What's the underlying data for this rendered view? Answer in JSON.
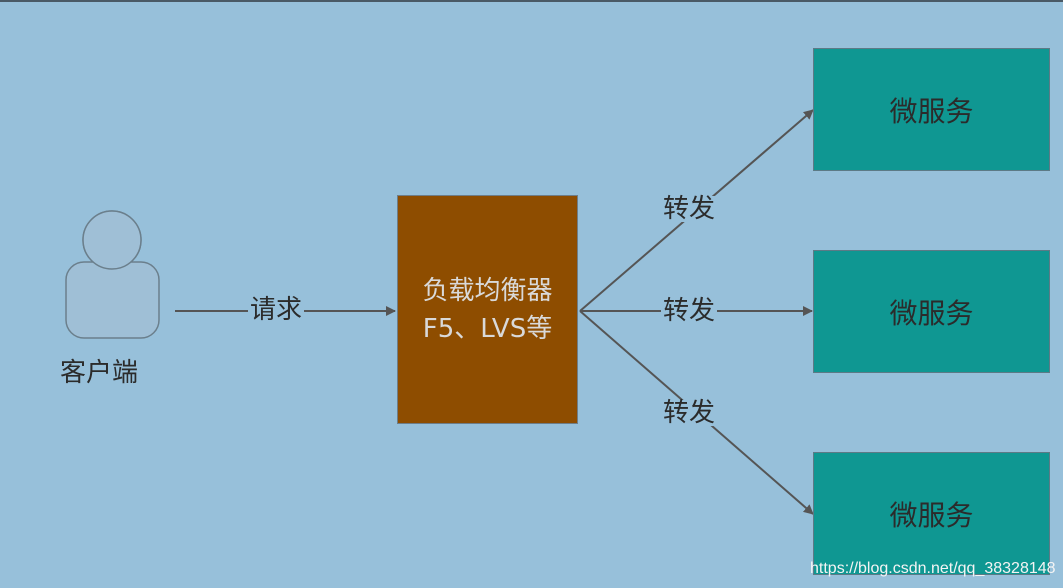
{
  "client": {
    "label": "客户端"
  },
  "edges": {
    "request_label": "请求",
    "forward_label": "转发"
  },
  "load_balancer": {
    "line1": "负载均衡器",
    "line2": "F5、LVS等"
  },
  "services": [
    {
      "label": "微服务"
    },
    {
      "label": "微服务"
    },
    {
      "label": "微服务"
    }
  ],
  "watermark": "https://blog.csdn.net/qq_38328148",
  "colors": {
    "background": "#97c0da",
    "load_balancer_fill": "#8e4d00",
    "service_fill": "#0f9792",
    "person_fill": "#9fbfd6",
    "line": "#555555"
  }
}
